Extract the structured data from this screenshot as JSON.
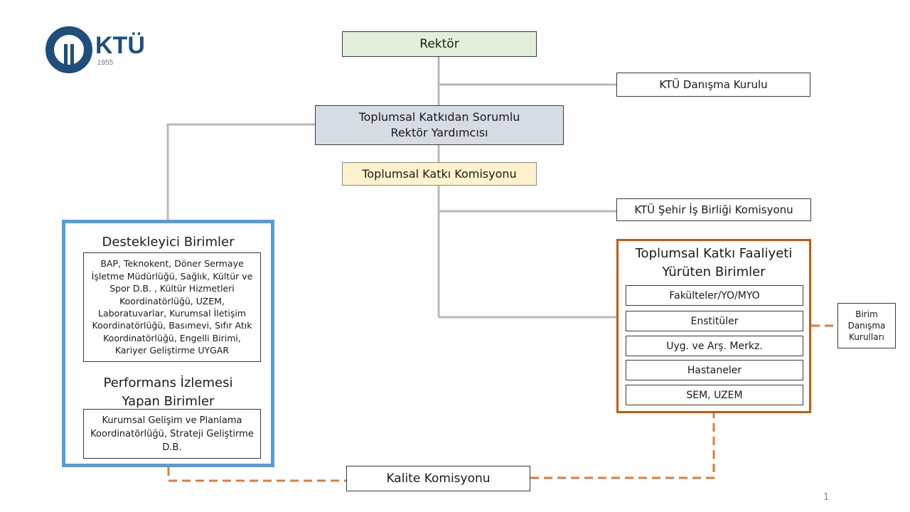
{
  "logo": {
    "text": "KTÜ",
    "year": "1955",
    "color": "#1f4e79"
  },
  "nodes": {
    "rektor": "Rektör",
    "danisma_kurulu": "KTÜ Danışma Kurulu",
    "rektor_yardimcisi": {
      "line1": "Toplumsal Katkıdan Sorumlu",
      "line2": "Rektör Yardımcısı"
    },
    "toplumsal_katki_komisyonu": "Toplumsal Katkı Komisyonu",
    "sehir_is_birligi": "KTÜ Şehir İş Birliği Komisyonu",
    "kalite_komisyonu": "Kalite Komisyonu",
    "birim_danisma": {
      "line1": "Birim",
      "line2": "Danışma",
      "line3": "Kurulları"
    }
  },
  "destekleyici": {
    "title": "Destekleyici Birimler",
    "units": "BAP, Teknokent, Döner Sermaye İşletme Müdürlüğü, Sağlık, Kültür ve Spor D.B. , Kültür Hizmetleri Koordinatörlüğü, UZEM, Laboratuvarlar, Kurumsal İletişim Koordinatörlüğü, Basımevi, Sıfır Atık Koordinatörlüğü, Engelli Birimi, Kariyer Geliştirme UYGAR"
  },
  "performans": {
    "title_line1": "Performans İzlemesi",
    "title_line2": "Yapan Birimler",
    "units": "Kurumsal Gelişim ve Planlama Koordinatörlüğü, Strateji Geliştirme D.B."
  },
  "faaliyet": {
    "title_line1": "Toplumsal Katkı Faaliyeti",
    "title_line2": "Yürüten Birimler",
    "units": [
      "Fakülteler/YO/MYO",
      "Enstitüler",
      "Uyg. ve Arş. Merkz.",
      "Hastaneler",
      "SEM, UZEM"
    ]
  },
  "page_number": "1",
  "colors": {
    "blue_frame": "#5b9bd5",
    "orange_frame": "#c55a11",
    "orange_dashed": "#e07b39",
    "connector_gray": "#b8b8b8",
    "rektor_fill": "#e2efd9",
    "yardimci_fill": "#d6dce4",
    "komisyon_fill": "#fff2cc"
  }
}
